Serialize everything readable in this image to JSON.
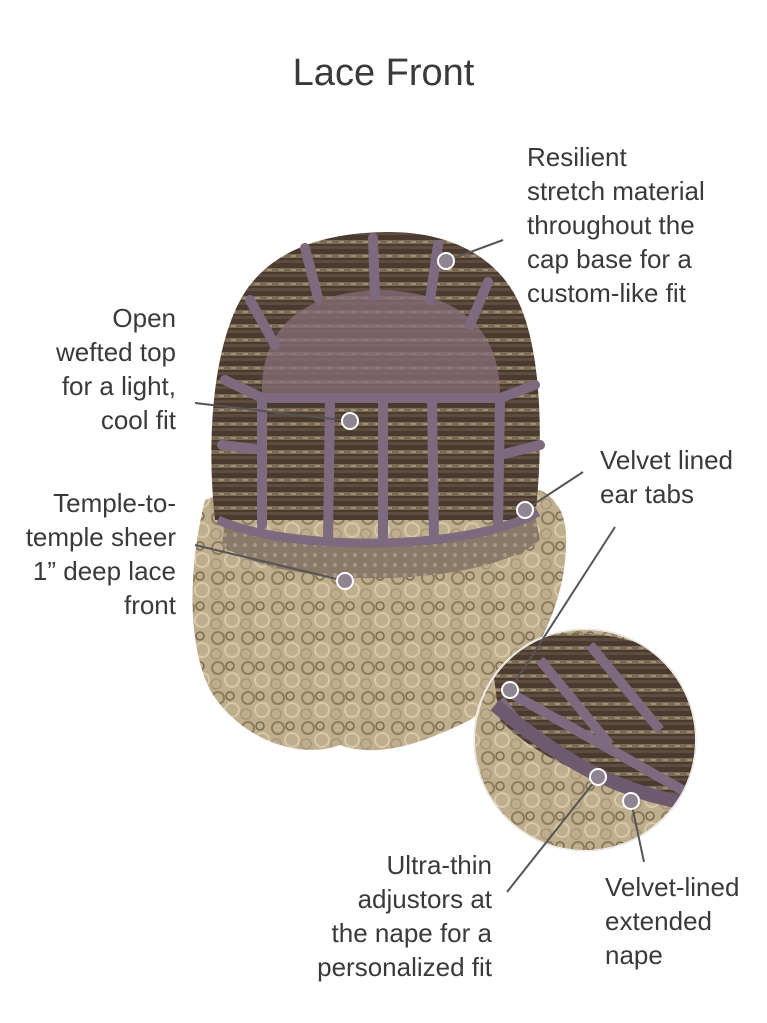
{
  "title": "Lace Front",
  "callouts": {
    "resilient": [
      "Resilient",
      "stretch material",
      "throughout the",
      "cap base for a",
      "custom-like fit"
    ],
    "open_wefted": [
      "Open",
      "wefted top",
      "for a light,",
      "cool fit"
    ],
    "temple": [
      "Temple-to-",
      "temple sheer",
      "1” deep lace",
      "front"
    ],
    "velvet_ear": [
      "Velvet lined",
      "ear tabs"
    ],
    "ultra_thin": [
      "Ultra-thin",
      "adjustors at",
      "the nape for a",
      "personalized fit"
    ],
    "velvet_nape": [
      "Velvet-lined",
      "extended",
      "nape"
    ]
  },
  "colors": {
    "text": "#3a3a3a",
    "leader": "#555555",
    "strap": "#7d6a7e",
    "cap_dark": "#3e3028",
    "hair_blonde": "#b9a98a"
  }
}
